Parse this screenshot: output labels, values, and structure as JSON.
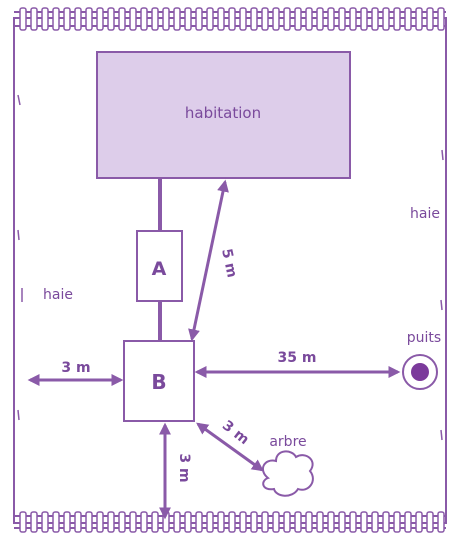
{
  "labels": {
    "habitation": "habitation",
    "haie_left": "haie",
    "haie_right": "haie",
    "box_a": "A",
    "box_b": "B",
    "puits": "puits",
    "arbre": "arbre"
  },
  "distances": {
    "house_to_b": "5 m",
    "b_to_left_hedge": "3 m",
    "b_to_bottom_hedge": "3 m",
    "b_to_tree": "3 m",
    "b_to_well": "35 m"
  },
  "colors": {
    "stroke": "#8a5aa8",
    "house_fill": "#ddcdea",
    "text": "#7a4a9c",
    "well_dot": "#7b3a9b"
  }
}
